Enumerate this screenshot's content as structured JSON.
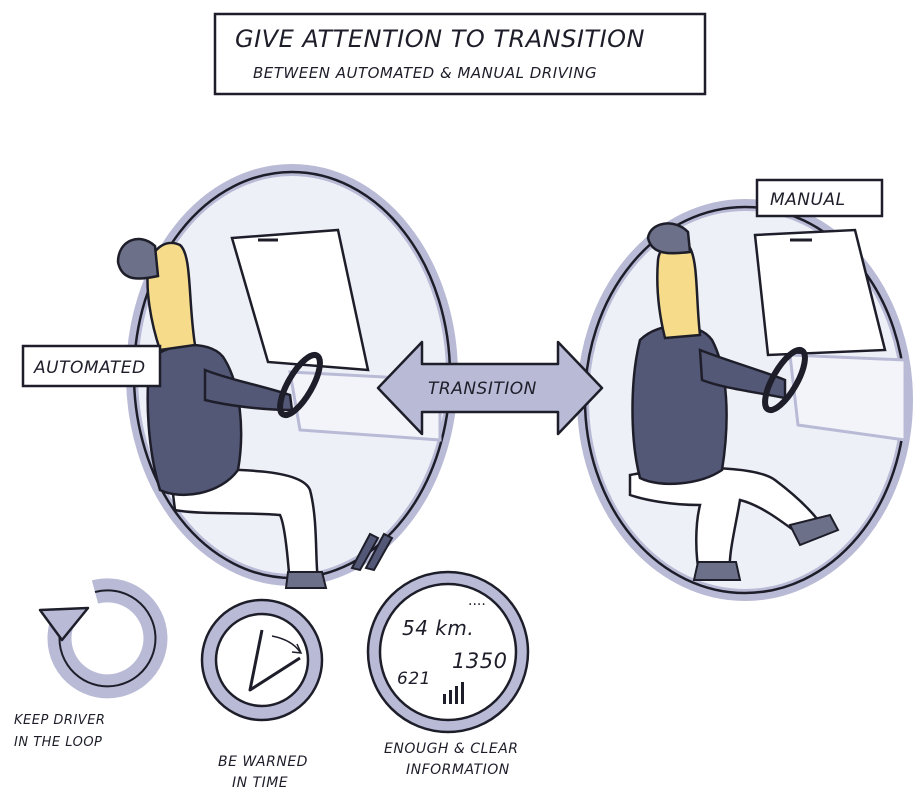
{
  "title": {
    "line1": "GIVE ATTENTION TO TRANSITION",
    "line2": "BETWEEN AUTOMATED & MANUAL DRIVING"
  },
  "labels": {
    "automated": "AUTOMATED",
    "manual": "MANUAL",
    "transition": "TRANSITION"
  },
  "tips": {
    "keep_line1": "KEEP DRIVER",
    "keep_line2": "IN THE LOOP",
    "warn_line1": "BE WARNED",
    "warn_line2": "IN TIME",
    "info_line1": "ENOUGH & CLEAR",
    "info_line2": "INFORMATION"
  },
  "dashboard": {
    "speed": "54 km.",
    "number_a": "1350",
    "number_b": "621",
    "dots": "...."
  },
  "colors": {
    "ink": "#1e1e2a",
    "lavender": "#b9bbd6",
    "lavender_light": "#e6e7f2",
    "skin": "#f6dc8a",
    "sweater": "#545877",
    "hair": "#6d7089"
  }
}
